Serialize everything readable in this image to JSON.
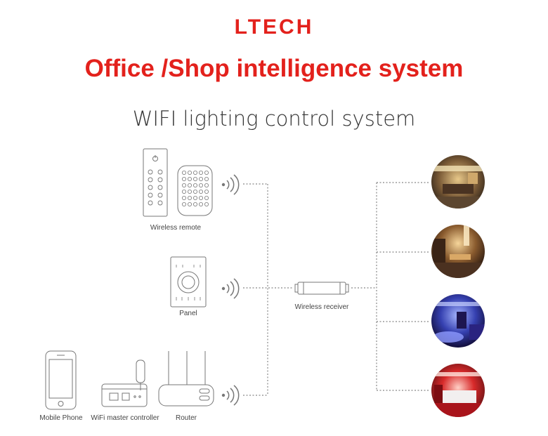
{
  "header": {
    "logo": "LTECH",
    "headline": "Office /Shop intelligence system",
    "subtitle": "WIFI lighting control system"
  },
  "devices": {
    "wireless_remote": "Wireless remote",
    "panel": "Panel",
    "wireless_receiver": "Wireless receiver",
    "mobile_phone": "Mobile Phone",
    "wifi_master_controller": "WiFi master controller",
    "router": "Router"
  },
  "colors": {
    "brand": "#e3211c",
    "line": "#888888",
    "device_stroke": "#777777"
  },
  "icons": [
    "remote-icon",
    "panel-icon",
    "receiver-icon",
    "phone-icon",
    "controller-icon",
    "router-icon",
    "wifi-signal-icon",
    "scene-photo"
  ]
}
